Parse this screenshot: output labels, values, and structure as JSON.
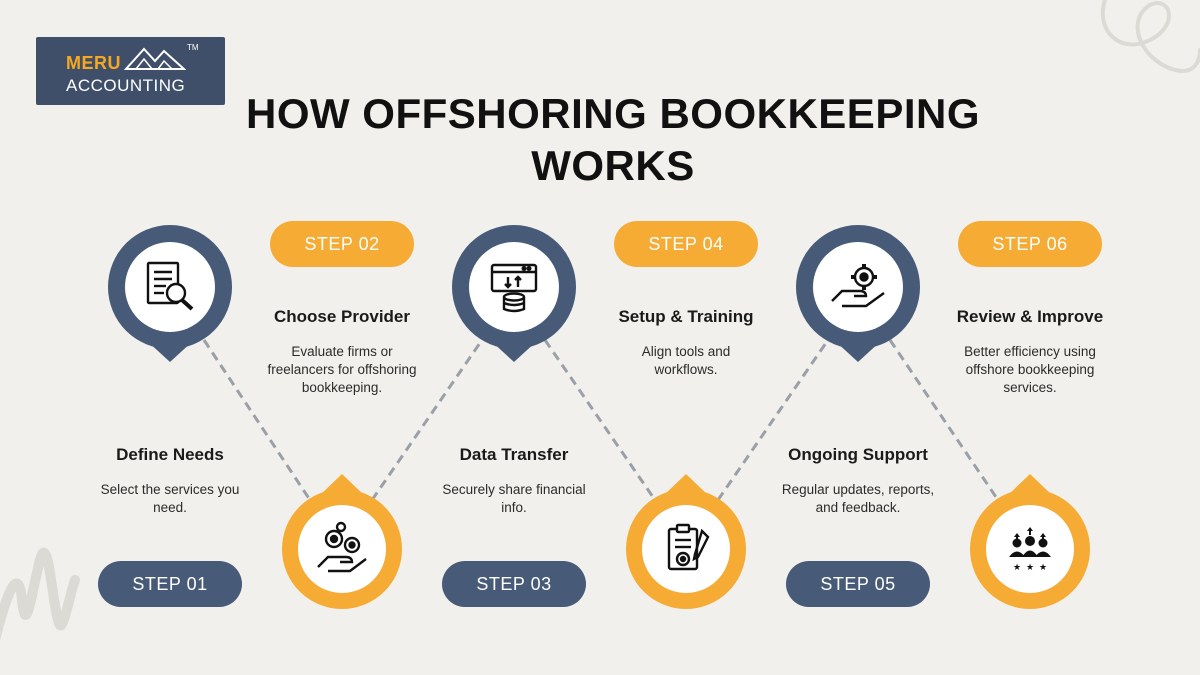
{
  "brand": {
    "name_top": "MERU",
    "name_bottom": "ACCOUNTING",
    "trademark": "TM",
    "colors": {
      "navy": "#3f4f69",
      "orange": "#f6a821",
      "slate": "#475a78",
      "white": "#ffffff"
    }
  },
  "title": {
    "line1": "HOW OFFSHORING BOOKKEEPING",
    "line2": "WORKS"
  },
  "steps": [
    {
      "label": "STEP 01",
      "heading": "Define Needs",
      "description": "Select the services you need.",
      "icon": "document-search-icon"
    },
    {
      "label": "STEP 02",
      "heading": "Choose Provider",
      "description": "Evaluate firms or freelancers for offshoring bookkeeping.",
      "icon": "gears-hand-icon"
    },
    {
      "label": "STEP 03",
      "heading": "Data Transfer",
      "description": "Securely share financial info.",
      "icon": "data-transfer-icon"
    },
    {
      "label": "STEP 04",
      "heading": "Setup & Training",
      "description": "Align tools and workflows.",
      "icon": "clipboard-gear-icon"
    },
    {
      "label": "STEP 05",
      "heading": "Ongoing Support",
      "description": "Regular updates, reports, and feedback.",
      "icon": "gear-hand-icon"
    },
    {
      "label": "STEP 06",
      "heading": "Review & Improve",
      "description": "Better efficiency using offshore bookkeeping services.",
      "icon": "team-rating-icon"
    }
  ]
}
